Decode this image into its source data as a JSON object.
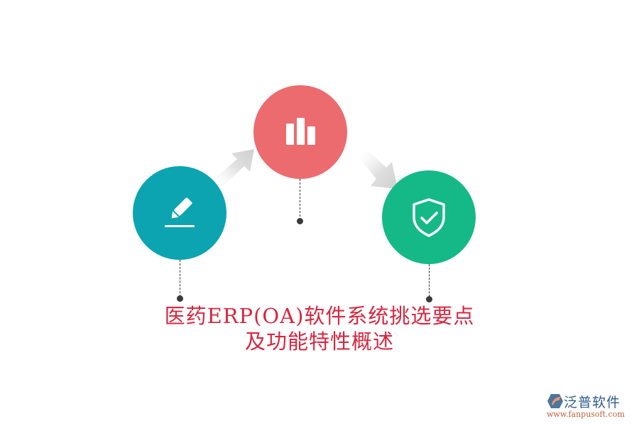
{
  "diagram": {
    "title_line1": "医药ERP(OA)软件系统挑选要点",
    "title_line2": "及功能特性概述",
    "title_color": "#d8273f",
    "nodes": [
      {
        "id": "edit",
        "icon": "pencil-edit-icon",
        "color": "#0ca4b0"
      },
      {
        "id": "chart",
        "icon": "bar-chart-icon",
        "color": "#ec6b6e"
      },
      {
        "id": "shield",
        "icon": "shield-check-icon",
        "color": "#15b987"
      }
    ],
    "arrows": [
      {
        "from": "edit",
        "to": "chart",
        "icon": "arrow-up-right-icon"
      },
      {
        "from": "chart",
        "to": "shield",
        "icon": "arrow-down-right-icon"
      }
    ]
  },
  "watermark": {
    "brand": "泛普软件",
    "url": "www.fanpusoft.com"
  }
}
